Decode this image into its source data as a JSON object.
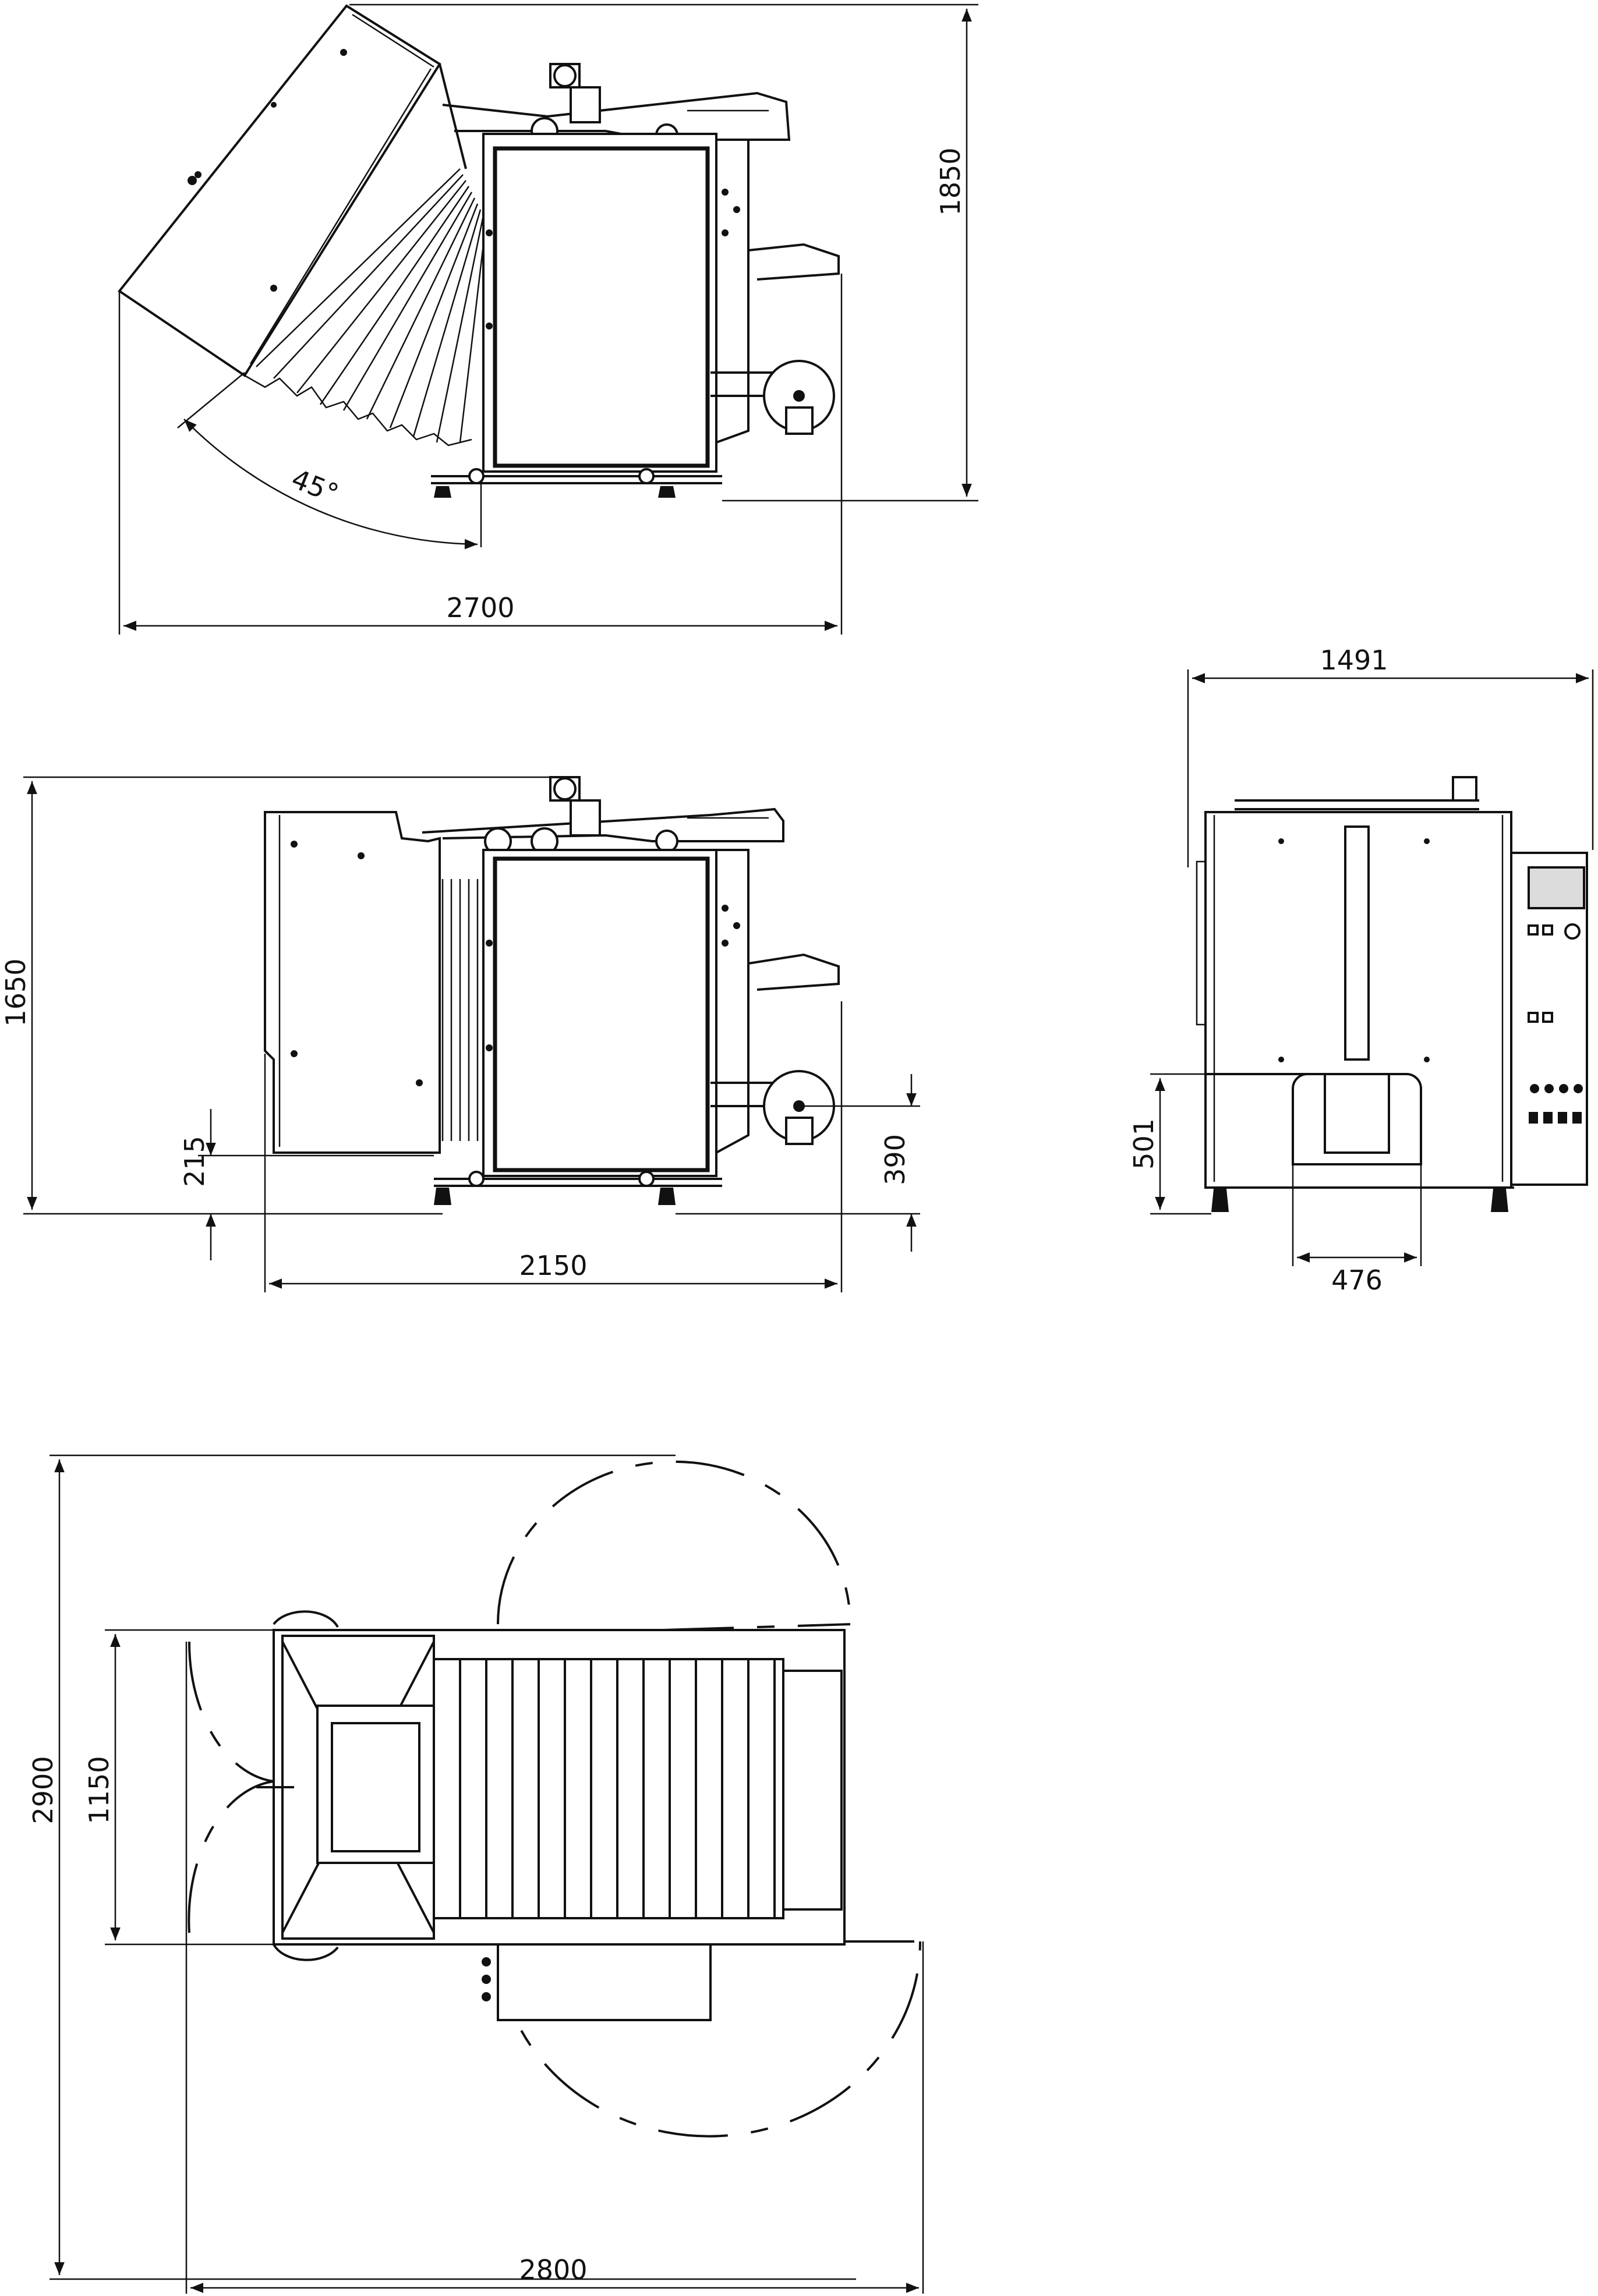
{
  "dimensions": {
    "top_width": "2700",
    "top_height": "1850",
    "top_angle": "45°",
    "side_width": "2150",
    "side_height": "1650",
    "side_left_low": "215",
    "side_right_low": "390",
    "front_width": "1491",
    "front_opening_height": "501",
    "front_opening_width": "476",
    "plan_height_outer": "2900",
    "plan_height_inner": "1150",
    "plan_width": "2800"
  }
}
